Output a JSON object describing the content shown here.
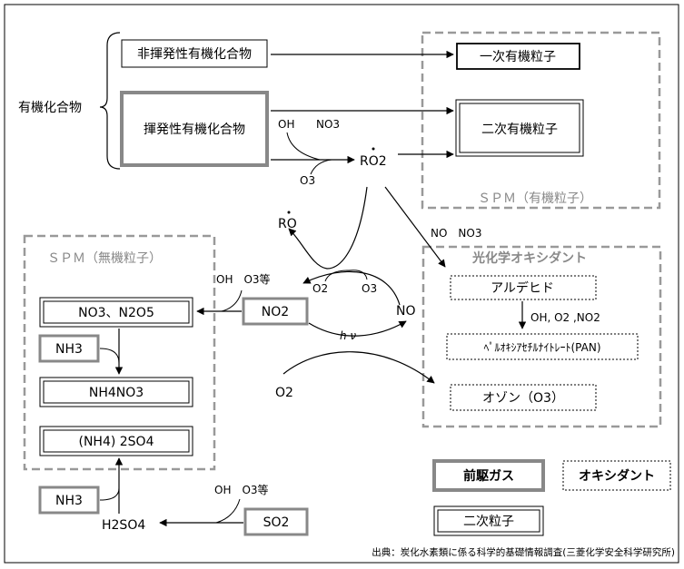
{
  "organic_compounds": "有機化合物",
  "nonvolatile_organic": "非揮発性有機化合物",
  "volatile_organic": "揮発性有機化合物",
  "primary_organic_particles": "一次有機粒子",
  "secondary_organic_particles": "二次有機粒子",
  "spm_organic": "ＳＰＭ（有機粒子）",
  "spm_inorganic": "ＳＰＭ（無機粒子）",
  "photochemical_oxidants": "光化学オキシダント",
  "aldehyde": "アルデヒド",
  "pan": "ﾍﾟﾙｵｷｼｱｾﾁﾙﾅｲﾄﾚｰﾄ(PAN)",
  "ozone": "オゾン（O3）",
  "chem": {
    "oh": "OH",
    "no3_top": "NO3",
    "o3_left": "O3",
    "ro2": "RO2",
    "ro": "RO",
    "no_no3": "NO　NO3",
    "o2_mid": "O2",
    "o3_mid": "O3",
    "no": "NO",
    "oh_o3_etc": "OH　O3等",
    "no2": "NO2",
    "no3_n2o5": "NO3、N2O5",
    "nh3": "NH3",
    "nh4no3": "NH4NO3",
    "nh4_2so4": "(NH4) 2SO4",
    "hv": "h ν",
    "o2_low": "O2",
    "oh_o2_no2": "OH, O2 ,NO2",
    "nh3_bottom": "NH3",
    "h2so4": "H2SO4",
    "oh_o3_etc_bottom": "OH　O3等",
    "so2": "SO2"
  },
  "legend": {
    "precursor_gas": "前駆ガス",
    "oxidant": "オキシダント",
    "secondary_particle": "二次粒子"
  },
  "source": "出典：炭化水素類に係る科学的基礎情報調査(三菱化学安全科学研究所)"
}
